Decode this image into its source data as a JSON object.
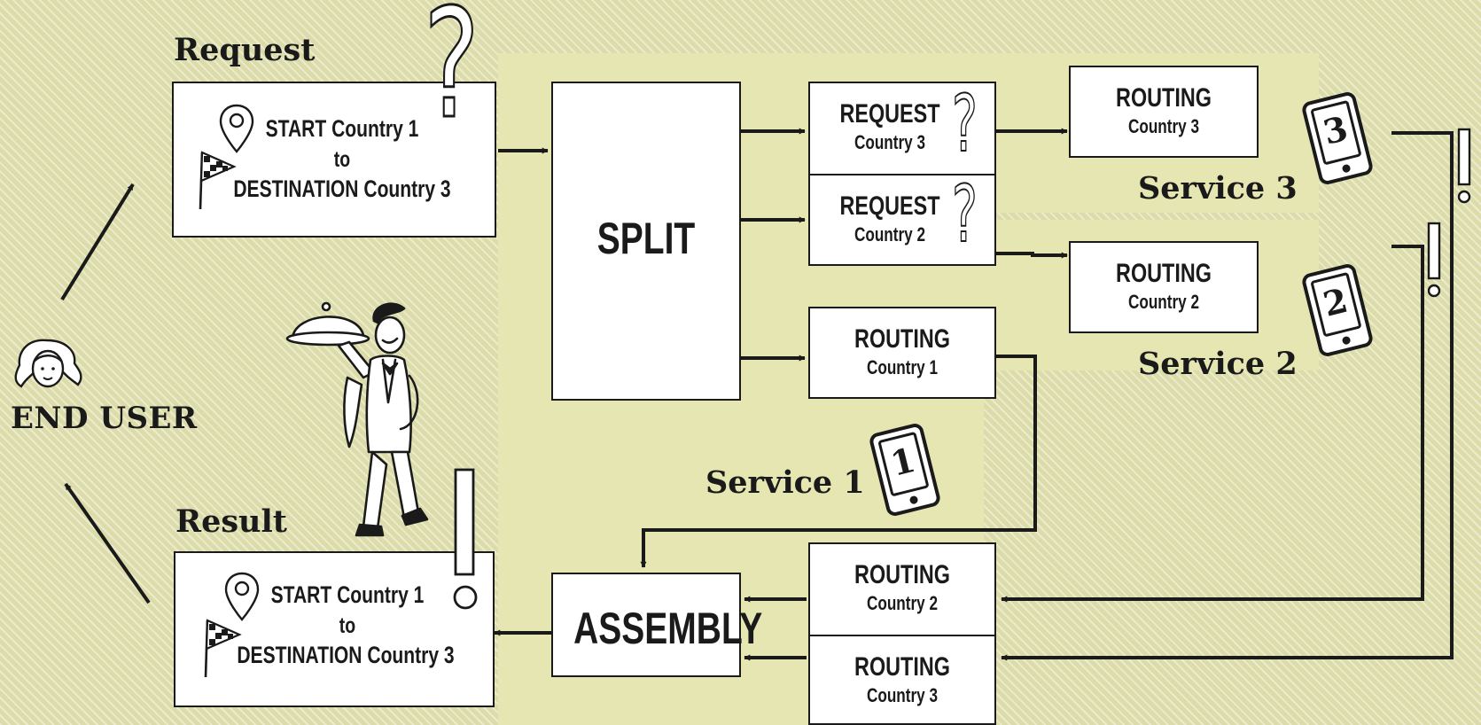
{
  "end_user": {
    "label": "END USER"
  },
  "request": {
    "heading": "Request",
    "line1": "START Country 1",
    "line2": "to",
    "line3": "DESTINATION Country 3"
  },
  "result": {
    "heading": "Result",
    "line1": "START Country 1",
    "line2": "to",
    "line3": "DESTINATION Country 3"
  },
  "split": {
    "label": "SPLIT"
  },
  "assembly": {
    "label": "ASSEMBLY"
  },
  "requests": [
    {
      "title": "REQUEST",
      "sub": "Country 3"
    },
    {
      "title": "REQUEST",
      "sub": "Country 2"
    }
  ],
  "routing_c1": {
    "title": "ROUTING",
    "sub": "Country 1"
  },
  "services": [
    {
      "label": "Service 3",
      "routing_title": "ROUTING",
      "routing_sub": "Country 3",
      "phone_number": "3"
    },
    {
      "label": "Service 2",
      "routing_title": "ROUTING",
      "routing_sub": "Country 2",
      "phone_number": "2"
    },
    {
      "label": "Service 1",
      "phone_number": "1"
    }
  ],
  "returns": [
    {
      "title": "ROUTING",
      "sub": "Country 2"
    },
    {
      "title": "ROUTING",
      "sub": "Country 3"
    }
  ],
  "symbols": {
    "question": "?",
    "exclamation": "!"
  },
  "colors": {
    "background": "#dcdcaa",
    "panel": "#e6e6b3",
    "stroke": "#1a1a1a",
    "box": "#ffffff"
  }
}
